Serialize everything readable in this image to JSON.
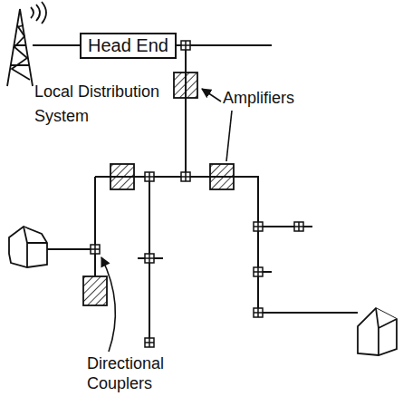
{
  "diagram": {
    "nodes": [
      {
        "text": [
          "Head End"
        ]
      }
    ],
    "labels": [
      "Local Distribution System",
      "Amplifiers",
      "Directional Couplers"
    ]
  }
}
